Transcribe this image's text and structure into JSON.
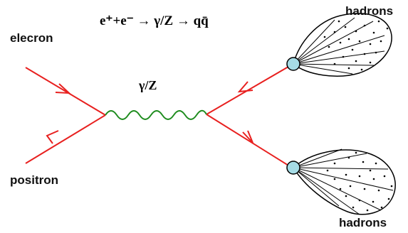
{
  "reaction": "e⁺+e⁻ → γ/Z → qq̄",
  "labels": {
    "electron": "elecron",
    "positron": "positron",
    "propagator": "γ/Z",
    "hadrons_top": "hadrons",
    "hadrons_bottom": "hadrons"
  },
  "colors": {
    "fermion_line": "#e8201f",
    "boson_line": "#1e8c1e",
    "vertex_dot": "#a6dce6",
    "text": "#111111"
  }
}
